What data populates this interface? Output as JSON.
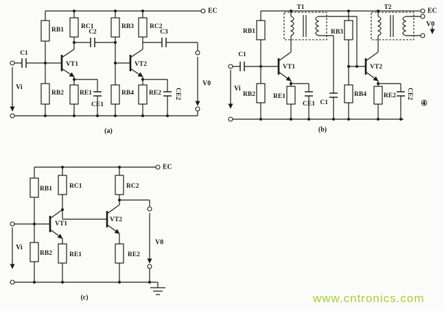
{
  "watermark": {
    "text": "www.cntronics.com",
    "color": "#a6ce39"
  },
  "circuit_a": {
    "caption": "(a)",
    "power": "EC",
    "input": "Vi",
    "output": "V0",
    "labels": {
      "c1": "C1",
      "rb1": "RB1",
      "rb2": "RB2",
      "rc1": "RC1",
      "c2": "C2",
      "vt1": "VT1",
      "re1": "RE1",
      "ce1": "CE1",
      "rb3": "RB3",
      "rb4": "RB4",
      "rc2": "RC2",
      "c3": "C3",
      "vt2": "VT2",
      "re2": "RE2",
      "ce2": "CE2"
    }
  },
  "circuit_b": {
    "caption": "(b)",
    "figure_number": "④",
    "power": "EC",
    "input": "Vi",
    "output": "V0",
    "labels": {
      "t1": "T1",
      "t2": "T2",
      "c1_in": "C1",
      "rb1": "RB1",
      "rb2": "RB2",
      "vt1": "VT1",
      "re1": "RE1",
      "ce1": "CE1",
      "c1_mid": "C1",
      "rb3": "RB3",
      "rb4": "RB4",
      "vt2": "VT2",
      "re2": "RE2",
      "ce2": "CE2"
    }
  },
  "circuit_c": {
    "caption": "(c)",
    "power": "EC",
    "input": "Vi",
    "output": "V0",
    "labels": {
      "rb1": "RB1",
      "rc1": "RC1",
      "rc2": "RC2",
      "vt1": "VT1",
      "vt2": "VT2",
      "rb2": "RB2",
      "re1": "RE1",
      "re2": "RE2"
    }
  }
}
